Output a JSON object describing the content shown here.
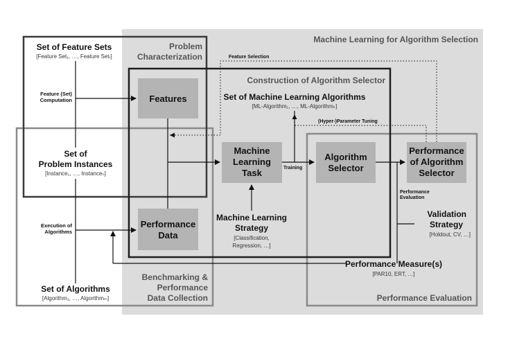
{
  "regions": {
    "ml_for_algorithm_selection": "Machine Learning for Algorithm Selection",
    "problem_characterization": [
      "Problem",
      "Characterization"
    ],
    "construction_of_selector": "Construction of Algorithm Selector",
    "benchmarking": [
      "Benchmarking &",
      "Performance",
      "Data Collection"
    ],
    "performance_evaluation": "Performance Evaluation"
  },
  "left_column": {
    "feature_sets_title": "Set of Feature Sets",
    "feature_sets_detail": "[Feature Set₁, …, Feature Setᵣ]",
    "feature_computation": [
      "Feature (Set)",
      "Computation"
    ],
    "instances_title": [
      "Set of",
      "Problem Instances"
    ],
    "instances_detail": "[Instance₁, …, Instanceₙ]",
    "execution": [
      "Execution of",
      "Algorithms"
    ],
    "algorithms_title": "Set of Algorithms",
    "algorithms_detail": "[Algorithm₁, …, Algorithmₘ]"
  },
  "boxes": {
    "features": "Features",
    "performance_data": [
      "Performance",
      "Data"
    ],
    "ml_task": [
      "Machine",
      "Learning",
      "Task"
    ],
    "algorithm_selector": [
      "Algorithm",
      "Selector"
    ],
    "performance_of_selector": [
      "Performance",
      "of Algorithm",
      "Selector"
    ]
  },
  "labels": {
    "feature_selection": "Feature Selection",
    "ml_algorithms_title": "Set of Machine Learning Algorithms",
    "ml_algorithms_detail": "[ML-Algorithm₁, …, ML-Algorithmₖ]",
    "hyperparameter_tuning": "(Hyper-)Parameter Tuning",
    "training": "Training",
    "performance_evaluation_small": [
      "Performance",
      "Evaluation"
    ],
    "ml_strategy_title": [
      "Machine Learning",
      "Strategy"
    ],
    "ml_strategy_detail": [
      "[Classification,",
      "Regression, …]"
    ],
    "validation_title": [
      "Validation",
      "Strategy"
    ],
    "validation_detail": "[Holdout, CV, …]",
    "perf_measure_title": "Performance Measure(s)",
    "perf_measure_detail": "[PAR10, ERT, …]"
  },
  "colors": {
    "outer_region": "#dcdcdc",
    "box_fill": "#b4b4b4",
    "frame_dark": "#2b2b2b",
    "frame_gray": "#8a8a8a"
  }
}
